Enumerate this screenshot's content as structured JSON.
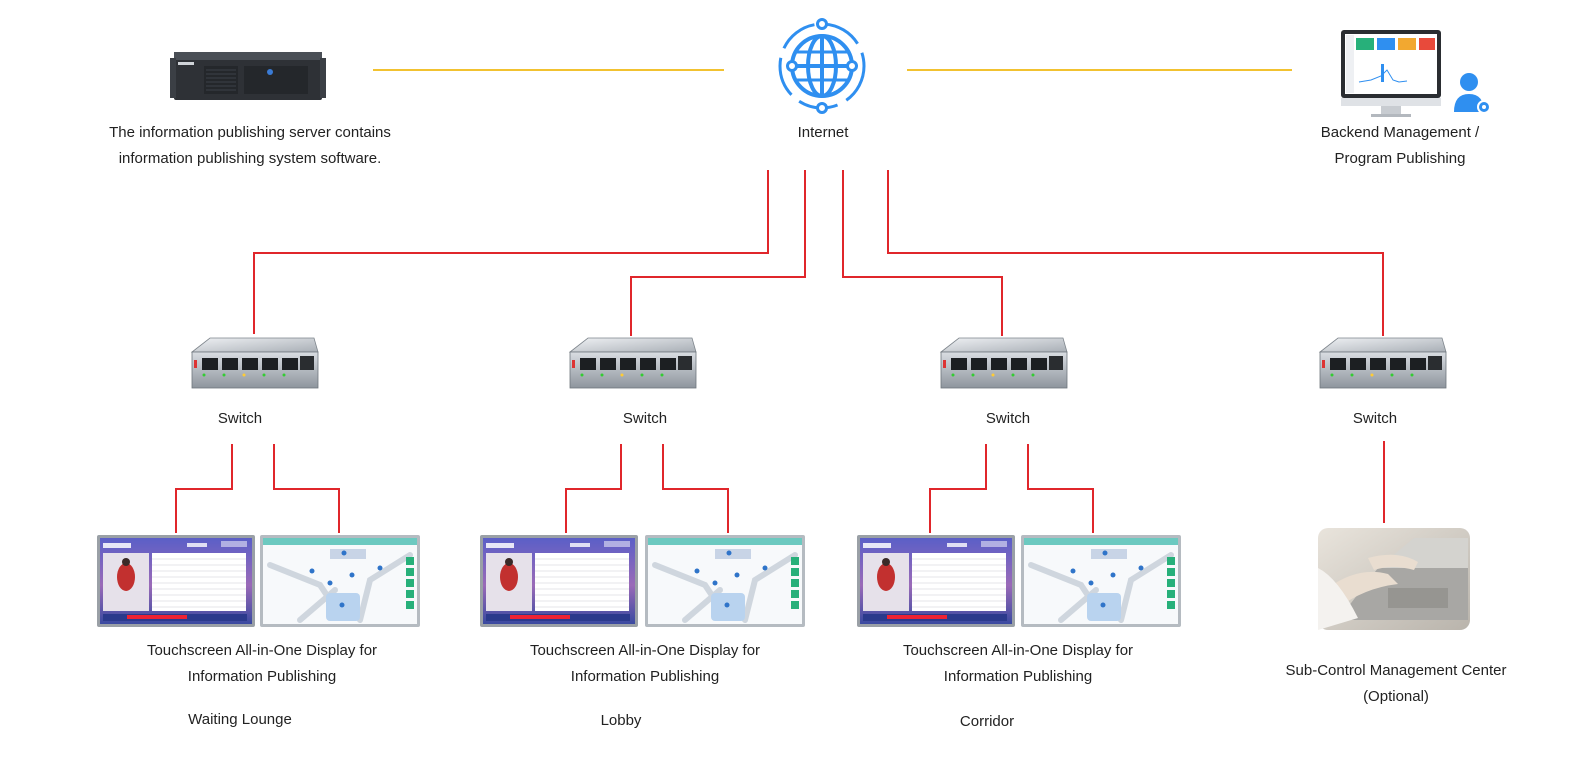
{
  "colors": {
    "yellow_link": "#f2c230",
    "red_link": "#e0262b",
    "globe_blue": "#2f8ff0",
    "user_blue": "#2f8ff0",
    "text": "#222222"
  },
  "server": {
    "icon": "rack-server-icon",
    "caption_line1": "The information publishing server contains",
    "caption_line2": "information publishing system software."
  },
  "internet": {
    "icon": "globe-network-icon",
    "label": "Internet"
  },
  "backend": {
    "icon": "monitor-with-admin-user-icon",
    "caption_line1": "Backend Management /",
    "caption_line2": "Program Publishing"
  },
  "switches": [
    {
      "icon": "network-switch-icon",
      "label": "Switch"
    },
    {
      "icon": "network-switch-icon",
      "label": "Switch"
    },
    {
      "icon": "network-switch-icon",
      "label": "Switch"
    },
    {
      "icon": "network-switch-icon",
      "label": "Switch"
    }
  ],
  "display_groups": [
    {
      "caption_line1": "Touchscreen All-in-One Display for",
      "caption_line2": "Information Publishing",
      "location": "Waiting Lounge"
    },
    {
      "caption_line1": "Touchscreen All-in-One Display for",
      "caption_line2": "Information Publishing",
      "location": "Lobby"
    },
    {
      "caption_line1": "Touchscreen All-in-One Display for",
      "caption_line2": "Information Publishing",
      "location": "Corridor"
    }
  ],
  "subcontrol": {
    "icon": "laptop-typing-photo",
    "caption_line1": "Sub-Control Management Center",
    "caption_line2": "(Optional)"
  }
}
